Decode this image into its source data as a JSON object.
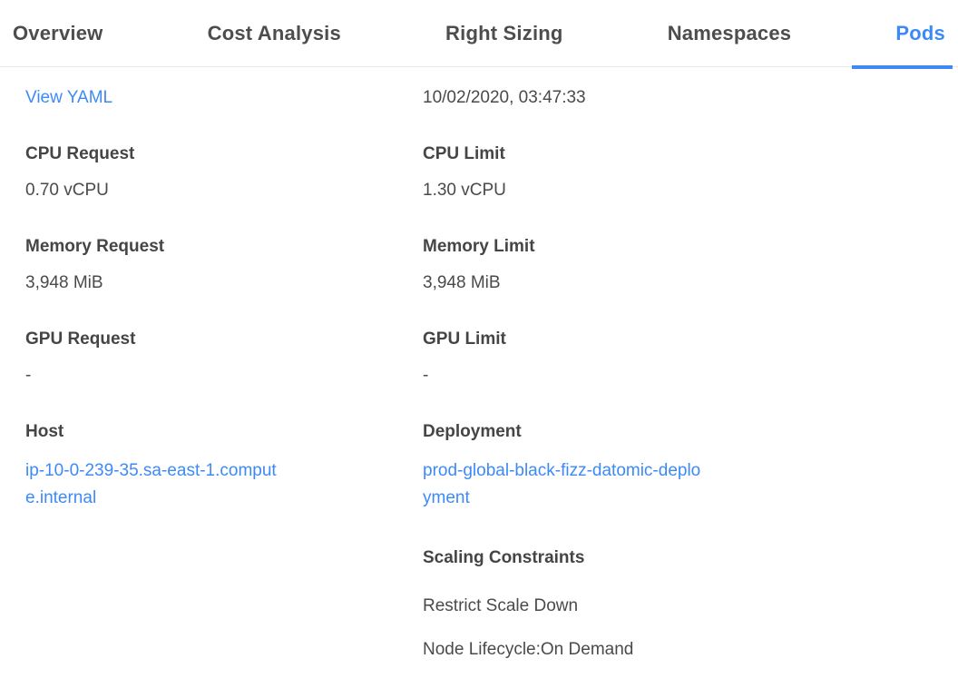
{
  "tabs": [
    {
      "label": "Overview",
      "active": false
    },
    {
      "label": "Cost Analysis",
      "active": false
    },
    {
      "label": "Right Sizing",
      "active": false
    },
    {
      "label": "Namespaces",
      "active": false
    },
    {
      "label": "Pods",
      "active": true
    }
  ],
  "detail": {
    "view_yaml_label": "View YAML",
    "timestamp": "10/02/2020, 03:47:33",
    "left_fields": [
      {
        "label": "CPU Request",
        "value": "0.70 vCPU",
        "type": "text"
      },
      {
        "label": "Memory Request",
        "value": "3,948 MiB",
        "type": "text"
      },
      {
        "label": "GPU Request",
        "value": "-",
        "type": "text"
      },
      {
        "label": "Host",
        "value": "ip-10-0-239-35.sa-east-1.compute.internal",
        "type": "link"
      }
    ],
    "right_fields": [
      {
        "label": "CPU Limit",
        "value": "1.30 vCPU",
        "type": "text"
      },
      {
        "label": "Memory Limit",
        "value": "3,948 MiB",
        "type": "text"
      },
      {
        "label": "GPU Limit",
        "value": "-",
        "type": "text"
      },
      {
        "label": "Deployment",
        "value": "prod-global-black-fizz-datomic-deployment",
        "type": "link"
      }
    ],
    "scaling": {
      "title": "Scaling Constraints",
      "items": [
        "Restrict Scale Down",
        "Node Lifecycle:On Demand"
      ]
    }
  },
  "colors": {
    "accent": "#3d8af7",
    "text": "#4a4a4a",
    "border": "#e7e7e7"
  }
}
